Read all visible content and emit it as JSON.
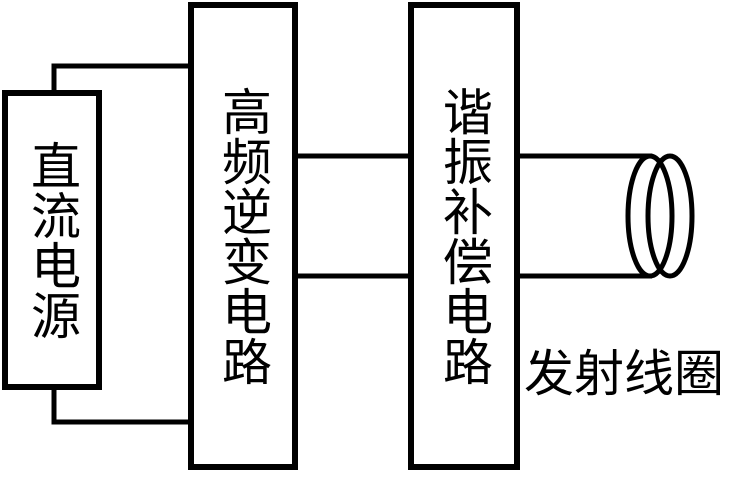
{
  "diagram": {
    "blocks": [
      {
        "id": "dc",
        "label": "直流电源"
      },
      {
        "id": "inverter",
        "label": "高频逆变电路"
      },
      {
        "id": "resonant",
        "label": "谐振补偿电路"
      }
    ],
    "coil_label": "发射线圈"
  }
}
